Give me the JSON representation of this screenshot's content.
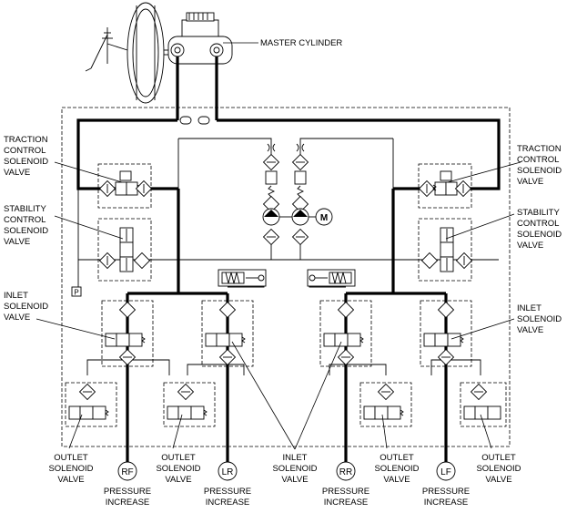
{
  "labels": {
    "master_cylinder": "MASTER CYLINDER",
    "traction_left": [
      "TRACTION",
      "CONTROL",
      "SOLENOID",
      "VALVE"
    ],
    "traction_right": [
      "TRACTION",
      "CONTROL",
      "SOLENOID",
      "VALVE"
    ],
    "stability_left": [
      "STABILITY",
      "CONTROL",
      "SOLENOID",
      "VALVE"
    ],
    "stability_right": [
      "STABILITY",
      "CONTROL",
      "SOLENOID",
      "VALVE"
    ],
    "inlet_left": [
      "INLET",
      "SOLENOID",
      "VALVE"
    ],
    "inlet_right": [
      "INLET",
      "SOLENOID",
      "VALVE"
    ],
    "inlet_bottom": [
      "INLET",
      "SOLENOID",
      "VALVE"
    ],
    "outlet_1": [
      "OUTLET",
      "SOLENOID",
      "VALVE"
    ],
    "outlet_2": [
      "OUTLET",
      "SOLENOID",
      "VALVE"
    ],
    "outlet_3": [
      "OUTLET",
      "SOLENOID",
      "VALVE"
    ],
    "outlet_4": [
      "OUTLET",
      "SOLENOID",
      "VALVE"
    ],
    "pressure_1": [
      "PRESSURE",
      "INCREASE"
    ],
    "pressure_2": [
      "PRESSURE",
      "INCREASE"
    ],
    "pressure_3": [
      "PRESSURE",
      "INCREASE"
    ],
    "pressure_4": [
      "PRESSURE",
      "INCREASE"
    ],
    "port_p": "P",
    "motor": "M"
  },
  "wheels": [
    "RF",
    "LR",
    "RR",
    "LF"
  ]
}
